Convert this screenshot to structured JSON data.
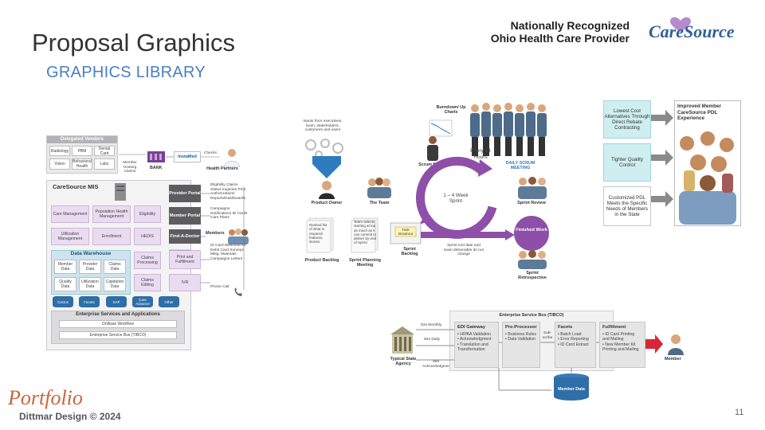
{
  "header": {
    "title": "Proposal Graphics",
    "subtitle": "GRAPHICS LIBRARY",
    "tagline_line1": "Nationally Recognized",
    "tagline_line2": "Ohio Health Care Provider",
    "logo_text": "CareSource"
  },
  "footer": {
    "portfolio": "Portfolio",
    "credit": "Dittmar Design © 2024",
    "page_number": "11"
  },
  "colors": {
    "purple": "#8e4fa8",
    "teal": "#cfeef0",
    "dark_blue": "#2f6ea6",
    "brand_blue": "#2f5f9a",
    "accent_blue": "#4a7fc1"
  },
  "mis": {
    "delegated_title": "Delegated Vendors",
    "delegated": [
      "Radiology",
      "PBM",
      "Dental Card",
      "Vision",
      "Behavioral Health",
      "Labs"
    ],
    "member_hosting": "Member Hosting Claims",
    "bank": "BANK",
    "instamed": "InstaMed",
    "checks": "Checks",
    "health_partners": "Health Partners",
    "mis_title": "CareSource MIS",
    "modules": [
      "Care Management",
      "Population Health Management",
      "Eligibility",
      "Utilization Management",
      "Enrollment",
      "HEDIS"
    ],
    "warehouse_title": "Data Warehouse",
    "warehouse": [
      "Member Data",
      "Provider Data",
      "Claims Data",
      "Quality Data",
      "Utilization Data",
      "Capitation Data"
    ],
    "claims": [
      "Claims Processing",
      "Claims Editing"
    ],
    "portals": [
      "Provider Portal",
      "Member Portal",
      "Find-A-Doctor"
    ],
    "print": "Print and Fulfillment",
    "ivr": "IVR",
    "provider_notes": "Eligibility Claims Status Inquiries Prior Authorizations Reports/Dashboards",
    "member_notes": "Campaigns Notifications ID Cards Care Plans",
    "members": "Members",
    "print_notes": "ID Card Welcome Kit Debit Card Surveys Mktg. Materials Campaigns Letters",
    "phone_call": "Phone Call",
    "systems": [
      "Cactus",
      "Facets",
      "SAP",
      "Care Advance",
      "Other"
    ],
    "esa_title": "Enterprise Services and Applications",
    "esa": [
      "OnBase Workflow",
      "Enterprise Service Bus (TIBCO)"
    ]
  },
  "scrum": {
    "inputs": "Inputs from executives, team, stakeholders, customers and users",
    "burndown": "Burndown/ Up Charts",
    "scrum_master": "Scrum Master",
    "every24": "Every 24 Hours",
    "daily_meeting": "DAILY SCRUM MEETING",
    "product_owner": "Product Owner",
    "the_team": "The Team",
    "sprint_length": "1 – 4 Week Sprint",
    "sprint_review": "Sprint Review",
    "ranked_list": "Ranked list of what is required: features, stories",
    "team_selects": "Team selects starting at top as much as it can commit to deliver by end of Sprint",
    "task_breakout": "Task Breakout",
    "finished_work": "Finished Work",
    "sprint_end": "Sprint end date and team deliverable do not change",
    "product_backlog": "Product Backlog",
    "planning_meeting": "Sprint Planning Meeting",
    "sprint_backlog": "Sprint Backlog",
    "retrospective": "Sprint Retrospective"
  },
  "benefits": {
    "items": [
      "Lowest Cost Alternatives Through Direct Rebate Contracting",
      "Tighter Quality Control",
      "Customized PDL Meets the Specific Needs of Members in the State"
    ],
    "result": "Improved Member CareSource PDL Experience"
  },
  "esb": {
    "title": "Enterprise Service Bus (TIBCO)",
    "agency": "Typical State Agency",
    "monthly": "834 Monthly",
    "daily": "834 Daily",
    "ack": "999 Acknowledgment",
    "subscribe": "Sub- scribe",
    "member_data": "Member Data",
    "member": "Member",
    "columns": [
      {
        "title": "EDI Gateway",
        "items": [
          "• HIPAA Validation",
          "• Acknowledgment",
          "• Translation and Transformation"
        ]
      },
      {
        "title": "Pre-Processor",
        "items": [
          "• Business Rules",
          "• Data Validation"
        ]
      },
      {
        "title": "Facets",
        "items": [
          "• Batch Load",
          "• Error Reporting",
          "• ID Card Extract"
        ]
      },
      {
        "title": "Fulfillment",
        "items": [
          "• ID Card Printing and Mailing",
          "• New Member Kit Printing and Mailing"
        ]
      }
    ]
  }
}
